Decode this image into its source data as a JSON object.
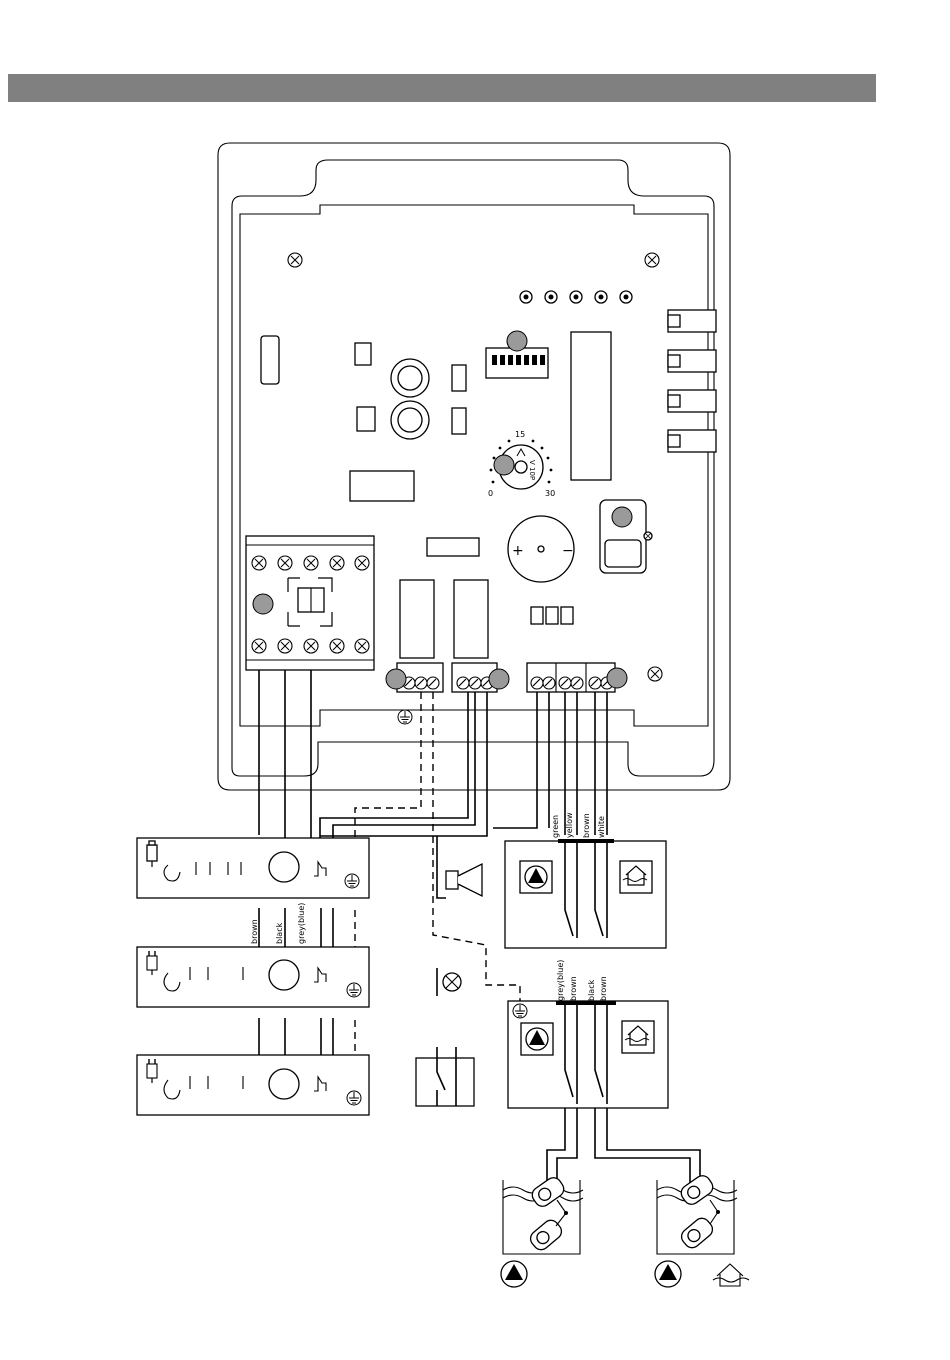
{
  "header": {
    "color": "#808080"
  },
  "potentiometer": {
    "scale_min": "0",
    "scale_mid": "15",
    "scale_max": "30",
    "label": "V 10P"
  },
  "buzzer": {
    "plus": "+",
    "minus": "−"
  },
  "sensor_cable_1": {
    "wires": [
      "green",
      "yellow",
      "brown",
      "white"
    ]
  },
  "pump_cable": {
    "wires": [
      "brown",
      "black",
      "grey(blue)"
    ]
  },
  "sensor_cable_2": {
    "wires": [
      "grey(blue)",
      "brown",
      "black",
      "brown"
    ]
  },
  "colors": {
    "marker": "#9a9a9a",
    "line": "#000000"
  },
  "icons": [
    "pump-icon",
    "house-flood-icon",
    "ground-icon",
    "lamp-icon",
    "horn-icon",
    "plug-icon",
    "screw-icon",
    "float-switch-icon"
  ]
}
